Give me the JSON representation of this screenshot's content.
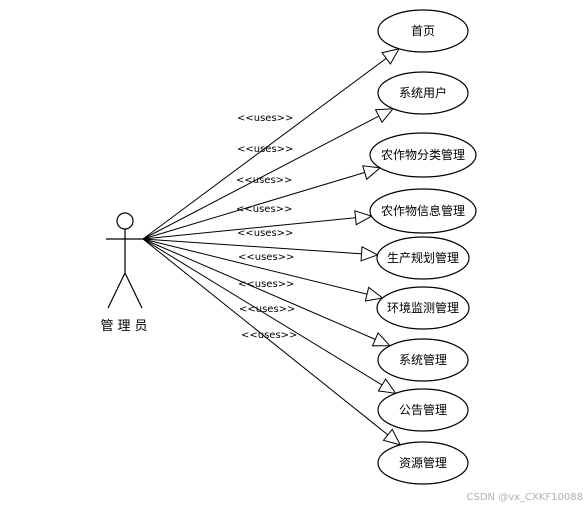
{
  "actor": {
    "label": "管理员"
  },
  "stereotype": "<<uses>>",
  "use_cases": [
    {
      "label": "首页"
    },
    {
      "label": "系统用户"
    },
    {
      "label": "农作物分类管理"
    },
    {
      "label": "农作物信息管理"
    },
    {
      "label": "生产规划管理"
    },
    {
      "label": "环境监测管理"
    },
    {
      "label": "系统管理"
    },
    {
      "label": "公告管理"
    },
    {
      "label": "资源管理"
    }
  ],
  "watermark": "CSDN @vx_CXKF10088"
}
